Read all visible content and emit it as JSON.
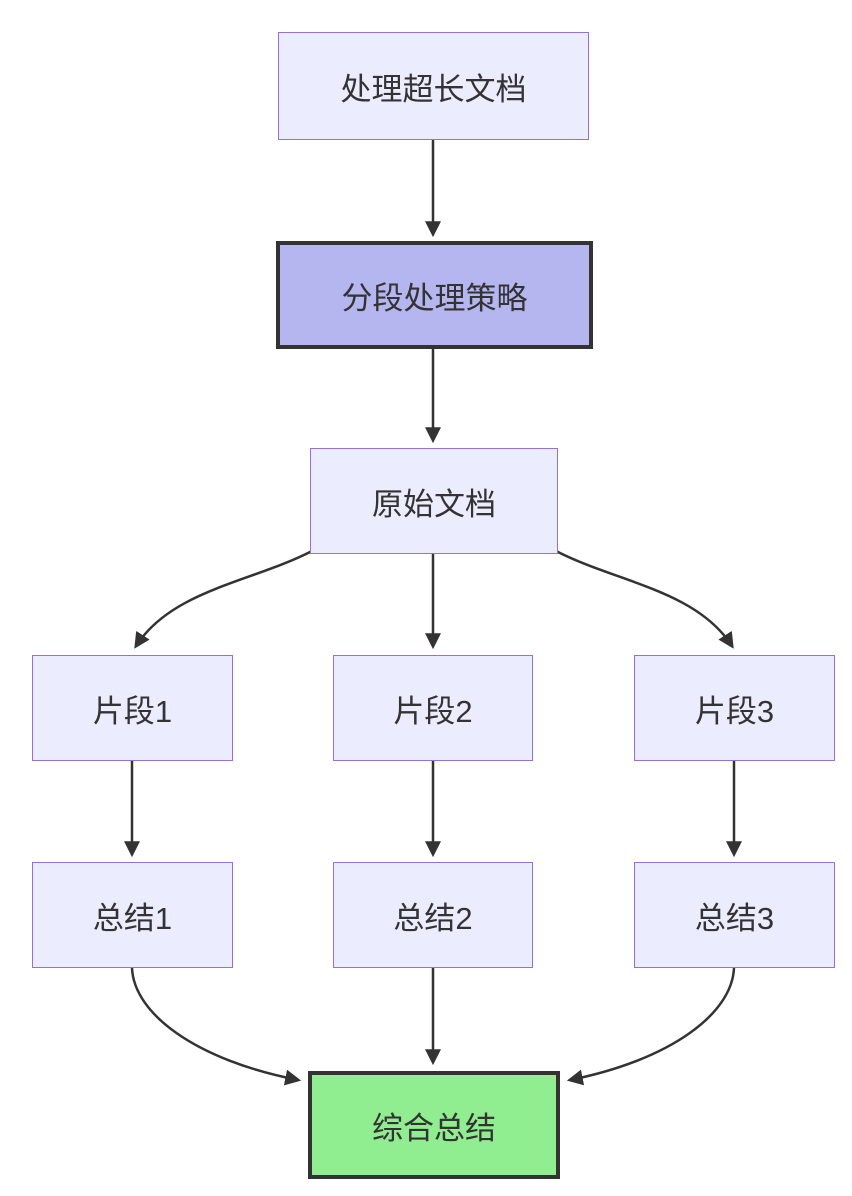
{
  "diagram": {
    "type": "flowchart",
    "direction": "top-down",
    "nodes": [
      {
        "id": "A",
        "label": "处理超长文档",
        "style": "default"
      },
      {
        "id": "B",
        "label": "分段处理策略",
        "style": "purple-highlight"
      },
      {
        "id": "C",
        "label": "原始文档",
        "style": "default"
      },
      {
        "id": "D1",
        "label": "片段1",
        "style": "default"
      },
      {
        "id": "D2",
        "label": "片段2",
        "style": "default"
      },
      {
        "id": "D3",
        "label": "片段3",
        "style": "default"
      },
      {
        "id": "E1",
        "label": "总结1",
        "style": "default"
      },
      {
        "id": "E2",
        "label": "总结2",
        "style": "default"
      },
      {
        "id": "E3",
        "label": "总结3",
        "style": "default"
      },
      {
        "id": "F",
        "label": "综合总结",
        "style": "green-highlight"
      }
    ],
    "edges": [
      {
        "from": "处理超长文档",
        "to": "分段处理策略"
      },
      {
        "from": "分段处理策略",
        "to": "原始文档"
      },
      {
        "from": "原始文档",
        "to": "片段1"
      },
      {
        "from": "原始文档",
        "to": "片段2"
      },
      {
        "from": "原始文档",
        "to": "片段3"
      },
      {
        "from": "片段1",
        "to": "总结1"
      },
      {
        "from": "片段2",
        "to": "总结2"
      },
      {
        "from": "片段3",
        "to": "总结3"
      },
      {
        "from": "总结1",
        "to": "综合总结"
      },
      {
        "from": "总结2",
        "to": "综合总结"
      },
      {
        "from": "总结3",
        "to": "综合总结"
      }
    ],
    "colors": {
      "default_fill": "#ECECFF",
      "default_border": "#9370DB",
      "purple_highlight_fill": "#B5B5F0",
      "green_highlight_fill": "#90EE90",
      "highlight_border": "#333333",
      "arrow": "#333333",
      "text": "#333333",
      "background": "#FFFFFF"
    }
  }
}
